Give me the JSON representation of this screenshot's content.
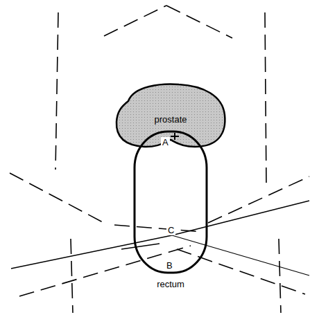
{
  "diagram": {
    "nodes": [
      {
        "text": [
          "prostate"
        ]
      },
      {
        "text": [
          "rectum"
        ]
      }
    ],
    "labels": [
      "A",
      "B",
      "C"
    ]
  }
}
